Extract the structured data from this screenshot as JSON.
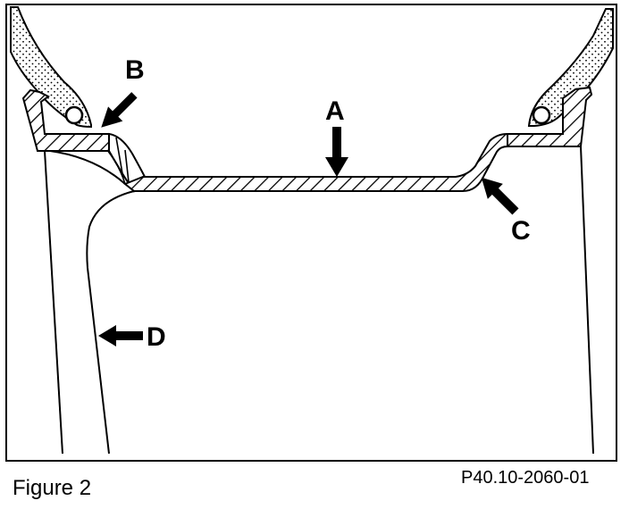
{
  "colors": {
    "ink": "#000000",
    "paper": "#ffffff"
  },
  "callouts": {
    "a": "A",
    "b": "B",
    "c": "C",
    "d": "D"
  },
  "caption": {
    "figure": "Figure 2",
    "reference": "P40.10-2060-01"
  }
}
